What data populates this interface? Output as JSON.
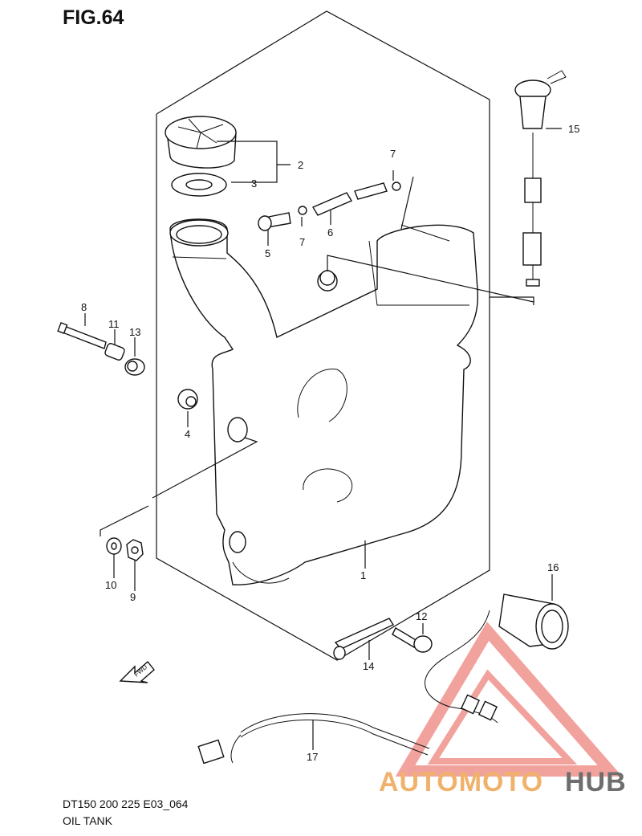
{
  "figure": {
    "title": "FIG.64",
    "model_code": "DT150 200 225 E03_064",
    "name": "OIL TANK"
  },
  "callouts": {
    "p1": "1",
    "p2": "2",
    "p3": "3",
    "p4": "4",
    "p5": "5",
    "p6": "6",
    "p7a": "7",
    "p7b": "7",
    "p8": "8",
    "p9": "9",
    "p10": "10",
    "p11": "11",
    "p12": "12",
    "p13": "13",
    "p14": "14",
    "p15": "15",
    "p16": "16",
    "p17": "17"
  },
  "fwd_label": "FWD",
  "watermark": {
    "part1": "AUTOMOTO",
    "part2": "HUB",
    "accent_color": "#e8574e",
    "text_color_1": "#f0b26b",
    "text_color_2": "#6e6e6e"
  }
}
